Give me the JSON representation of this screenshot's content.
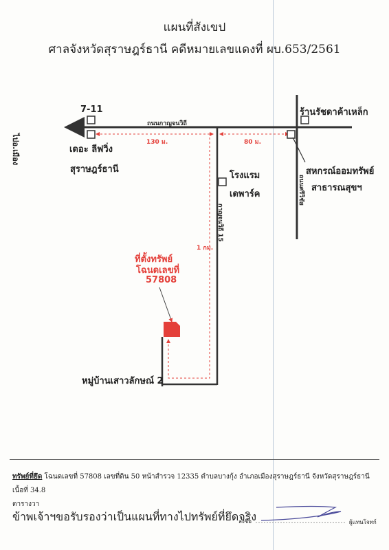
{
  "title": "แผนที่สังเขป",
  "subtitle": "ศาลจังหวัดสุราษฎร์ธานี คดีหมายเลขแดงที่ ผบ.653/2561",
  "map": {
    "direction_label": "ไปอ.เมือง",
    "main_road": "ถนนกาญจนวิถี",
    "side_road": "ถนนศรีวิชัย",
    "soi_road": "กาญจนวิถี 15",
    "village_road": "หมู่บ้านเสาวลักษณ์ 2",
    "landmarks": {
      "seven_eleven": "7-11",
      "the_living": "เดอะ ลีฟวิ่ง",
      "the_living_city": "สุราษฎร์ธานี",
      "hardware_shop": "ร้านรัชดาค้าเหล็ก",
      "coop_line1": "สหกรณ์ออมทรัพย์",
      "coop_line2": "สาธารณสุขฯ",
      "hotel_line1": "โรงแรม",
      "hotel_line2": "เดพาร์ค"
    },
    "distances": {
      "d1": "130 ม.",
      "d2": "80 ม.",
      "d3": "1 กม."
    },
    "property": {
      "line1": "ที่ตั้งทรัพย์",
      "line2": "โฉนดเลขที่",
      "line3": "57808"
    },
    "colors": {
      "property": "#e4403a",
      "road": "#333333",
      "dashed": "#e4403a"
    }
  },
  "footer": {
    "key": "ทรัพย์ที่ยึด",
    "text_line1": "โฉนดเลขที่ 57808 เลขที่ดิน 50 หน้าสำรวจ 12335 ตำบลบางกุ้ง อำเภอเมืองสุราษฎร์ธานี จังหวัดสุราษฎร์ธานี เนื้อที่ 34.8",
    "text_line2": "ตารางวา",
    "certification": "ข้าพเจ้าฯขอรับรองว่าเป็นแผนที่ทางไปทรัพย์ที่ยึดจริง",
    "sign_label": "ลงชื่อ",
    "signer": "ผู้แทนโจทก์"
  }
}
